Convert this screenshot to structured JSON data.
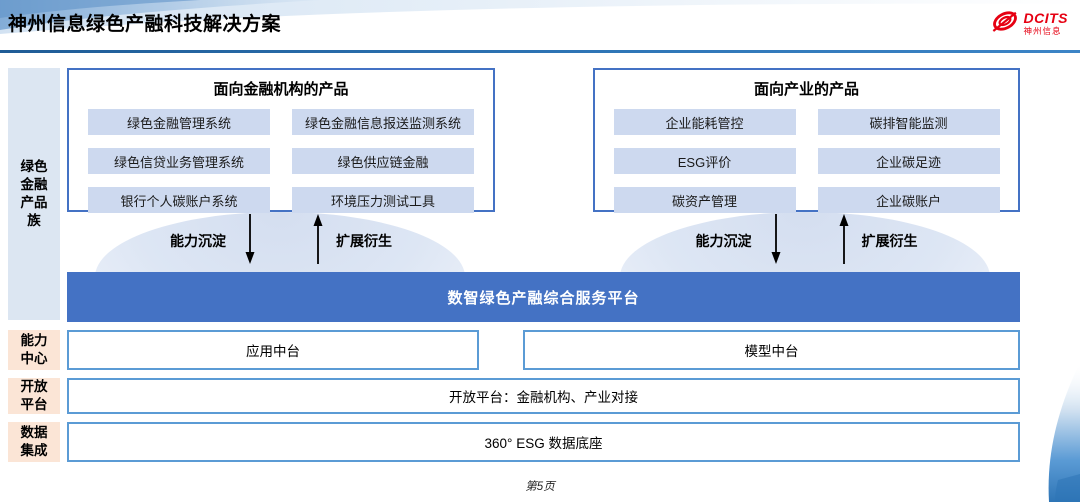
{
  "header": {
    "title": "神州信息绿色产融科技解决方案",
    "logo_brand": "DCITS",
    "logo_sub": "神州信息"
  },
  "colors": {
    "accent_blue": "#4472C4",
    "row_border_blue": "#5B9BD5",
    "item_blue": "#cdd9ef",
    "sidebar_blue": "#dce6f2",
    "sidebar_peach": "#fbe5d6",
    "header_line_blue": "#2E75B6",
    "logo_red": "#E60012"
  },
  "sidebar": {
    "labels": [
      {
        "id": "product-family",
        "text": "绿色金融产品族"
      },
      {
        "id": "capability-center",
        "text": "能力中心"
      },
      {
        "id": "open-platform",
        "text": "开放平台"
      },
      {
        "id": "data-integration",
        "text": "数据集成"
      }
    ]
  },
  "financial_products": {
    "title": "面向金融机构的产品",
    "items": [
      "绿色金融管理系统",
      "绿色金融信息报送监测系统",
      "绿色信贷业务管理系统",
      "绿色供应链金融",
      "银行个人碳账户系统",
      "环境压力测试工具"
    ]
  },
  "industry_products": {
    "title": "面向产业的产品",
    "items": [
      "企业能耗管控",
      "碳排智能监测",
      "ESG评价",
      "企业碳足迹",
      "碳资产管理",
      "企业碳账户"
    ]
  },
  "flows": {
    "deposit_label": "能力沉淀",
    "derive_label": "扩展衍生"
  },
  "platform": {
    "title": "数智绿色产融综合服务平台"
  },
  "middle_layer": {
    "app": "应用中台",
    "model": "模型中台"
  },
  "open_platform_row": {
    "text": "开放平台：金融机构、产业对接"
  },
  "data_row": {
    "text": "360° ESG 数据底座"
  },
  "footer": {
    "page": "第5页"
  }
}
